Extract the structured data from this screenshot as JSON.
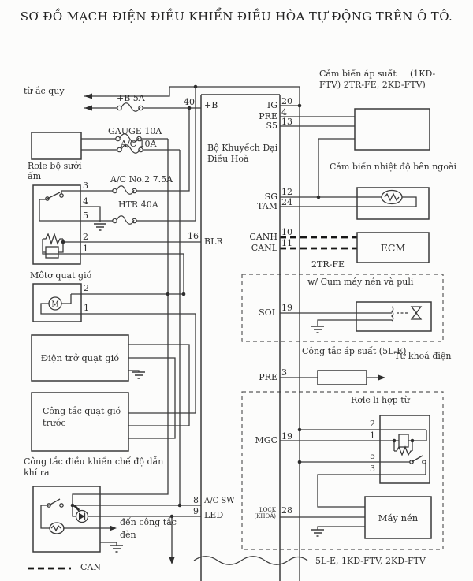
{
  "title": "SƠ ĐỒ MẠCH ĐIỆN ĐIỀU KHIỂN ĐIỀU HÒA TỰ ĐỘNG TRÊN Ô TÔ.",
  "colors": {
    "line": "#3a3a3a",
    "text": "#2e2e2e",
    "background": "#fcfcfb",
    "can_line": "#161616"
  },
  "icons": {
    "motor_letter": "M"
  },
  "legend": {
    "can": "CAN"
  },
  "left": {
    "from_battery": "từ ắc quy",
    "fuse_b5a": "+B 5A",
    "fuse_gauge": "GAUGE 10A",
    "fuse_ac10": "A/C 10A",
    "heater_relay_1": "Rơle bộ sưởi",
    "heater_relay_2": "ấm",
    "fuse_acno2": "A/C No.2 7.5A",
    "fuse_htr": "HTR 40A",
    "fan_motor": "Môtơ quạt gió",
    "fan_resistor": "Điện trở quạt gió",
    "fan_switch_1": "Công tắc quạt gió",
    "fan_switch_2": "trước",
    "mode_switch_1": "Công tắc điều khiển chế độ dẫn",
    "mode_switch_2": "khí ra",
    "to_light_switch_1": "đến công tắc",
    "to_light_switch_2": "đèn",
    "heater_relay_pins": [
      "3",
      "4",
      "5",
      "2",
      "1"
    ],
    "fan_motor_pins": [
      "2",
      "1"
    ]
  },
  "ecu": {
    "name_1": "Bộ Khuyếch Đại",
    "name_2": "Điều Hoà",
    "pins_left": [
      {
        "num": "40",
        "name": "+B"
      },
      {
        "num": "16",
        "name": "BLR"
      },
      {
        "num": "8",
        "name": "A/C SW"
      },
      {
        "num": "9",
        "name": "LED"
      }
    ],
    "pins_right": [
      {
        "num": "20",
        "name": "IG"
      },
      {
        "num": "4",
        "name": "PRE"
      },
      {
        "num": "13",
        "name": "S5"
      },
      {
        "num": "12",
        "name": "SG"
      },
      {
        "num": "24",
        "name": "TAM"
      },
      {
        "num": "10",
        "name": "CANH"
      },
      {
        "num": "11",
        "name": "CANL"
      },
      {
        "num": "19",
        "name": "SOL"
      },
      {
        "num": "3",
        "name": "PRE"
      },
      {
        "num": "19",
        "name": "MGC"
      },
      {
        "num": "28",
        "name": "LOCK",
        "name2": "(KHOÁ)"
      }
    ]
  },
  "right": {
    "pressure_sensor_1a": "Cảm biến áp suất",
    "pressure_sensor_1b": "(1KD-",
    "pressure_sensor_2": "FTV) 2TR-FE, 2KD-FTV)",
    "outside_temp_sensor": "Cảm biến nhiệt độ bên ngoài",
    "ecm": "ECM",
    "engine_2tr": "2TR-FE",
    "compressor_assy": "w/ Cụm máy nén và puli",
    "pressure_switch": "Công tắc áp suất (5L-E)",
    "from_ignition": "Từ khoá điện",
    "clutch_relay": "Rơle li hợp từ",
    "compressor": "Máy nén",
    "engines_bottom": "5L-E, 1KD-FTV, 2KD-FTV",
    "clutch_relay_pins": [
      "2",
      "1",
      "5",
      "3"
    ]
  }
}
